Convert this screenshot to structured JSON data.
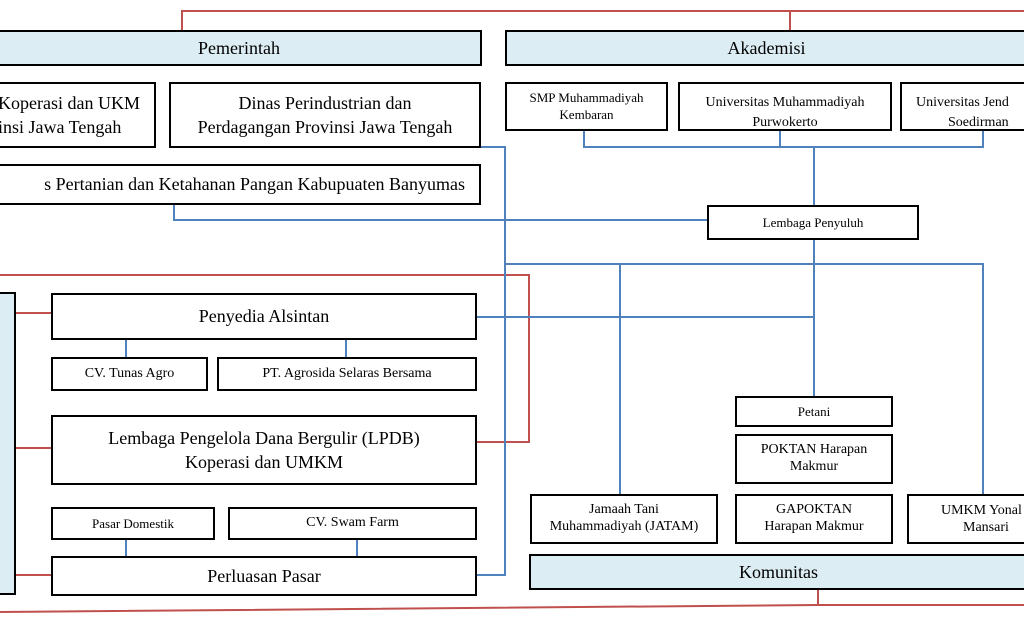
{
  "headers": {
    "pemerintah": "Pemerintah",
    "akademisi": "Akademisi",
    "komunitas": "Komunitas"
  },
  "pemerintah": {
    "dinas_koperasi": [
      "Koperasi dan UKM",
      "insi Jawa Tengah"
    ],
    "dinas_perindustrian": [
      "Dinas Perindustrian dan",
      "Perdagangan Provinsi Jawa Tengah"
    ],
    "dinas_pertanian": "s Pertanian dan Ketahanan Pangan Kabupuaten Banyumas"
  },
  "akademisi": {
    "smp": [
      "SMP Muhammadiyah",
      "Kembaran"
    ],
    "ump": [
      "Universitas Muhammadiyah",
      "Purwokerto"
    ],
    "unsoed": [
      "Universitas Jend",
      "Soedirman"
    ]
  },
  "lembaga_penyuluh": "Lembaga Penyuluh",
  "swasta": {
    "penyedia_alsintan": "Penyedia Alsintan",
    "cv_tunas_agro": "CV. Tunas Agro",
    "pt_agrosida": "PT. Agrosida Selaras Bersama",
    "lpdb": [
      "Lembaga Pengelola Dana Bergulir (LPDB)",
      "Koperasi dan UMKM"
    ],
    "pasar_domestik": "Pasar Domestik",
    "cv_swam_farm": "CV. Swam Farm",
    "perluasan_pasar": "Perluasan Pasar"
  },
  "komunitas": {
    "petani": "Petani",
    "poktan": [
      "POKTAN Harapan",
      "Makmur"
    ],
    "jatam": [
      "Jamaah Tani",
      "Muhammadiyah (JATAM)"
    ],
    "gapoktan": [
      "GAPOKTAN",
      "Harapan Makmur"
    ],
    "umkm": [
      "UMKM Yonal",
      "Mansari"
    ]
  },
  "colors": {
    "red_line": "#c0504d",
    "blue_line": "#4f81bd",
    "header_fill": "#dcedf3"
  }
}
